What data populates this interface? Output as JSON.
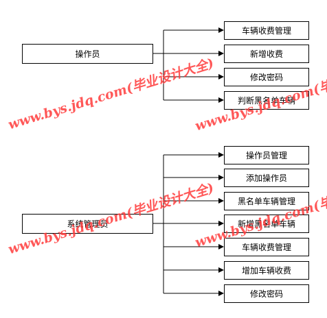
{
  "diagram": {
    "operator": {
      "label": "操作员",
      "children": [
        "车辆收费管理",
        "新增收费",
        "修改密码",
        "判断黑名单车辆"
      ]
    },
    "admin": {
      "label": "系统管理员",
      "children": [
        "操作员管理",
        "添加操作员",
        "黑名单车辆管理",
        "新增黑名单车辆",
        "车辆收费管理",
        "增加车辆收费",
        "修改密码"
      ]
    }
  },
  "watermark": {
    "text": "www.bys.jdq.com(毕业设计大全)",
    "color": "#ff3b3b"
  }
}
